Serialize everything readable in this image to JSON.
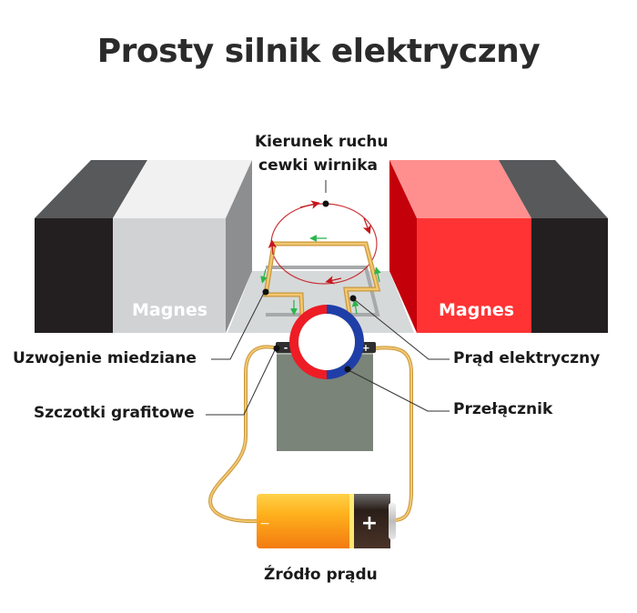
{
  "title": "Prosty silnik elektryczny",
  "labels": {
    "rotation_direction_line1": "Kierunek ruchu",
    "rotation_direction_line2": "cewki wirnika",
    "magnet_left": "Magnes",
    "magnet_right": "Magnes",
    "copper_winding": "Uzwojenie miedziane",
    "electric_current": "Prąd elektryczny",
    "graphite_brushes": "Szczotki grafitowe",
    "commutator": "Przełącznik",
    "power_source": "Źródło prądu",
    "brush_minus": "-",
    "brush_plus": "+",
    "battery_minus": "−",
    "battery_plus": "+"
  },
  "colors": {
    "title": "#2b2b2b",
    "magnet_left_dark": "#231f20",
    "magnet_left_light": "#d1d2d4",
    "magnet_right_red": "#ff3333",
    "magnet_right_dark": "#231f20",
    "wire": "#e8b04a",
    "rotation_arrow": "#c4161c",
    "current_arrow": "#2bb54a",
    "commutator_red": "#ee1c25",
    "commutator_blue": "#1f3fa8",
    "battery_orange": "#ffa21a",
    "battery_cap": "#3a2a22"
  }
}
